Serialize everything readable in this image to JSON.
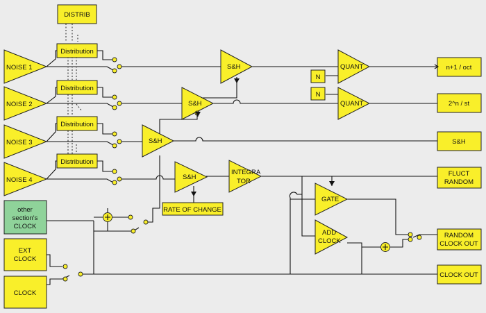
{
  "blocks": {
    "distrib": "DISTRIB",
    "distribution": "Distribution",
    "noise1": "NOISE 1",
    "noise2": "NOISE 2",
    "noise3": "NOISE 3",
    "noise4": "NOISE 4",
    "sh": "S&H",
    "quant": "QUANT",
    "n": "N",
    "integrator_1": "INTEGRA",
    "integrator_2": "TOR",
    "rate_of_change": "RATE OF CHANGE",
    "gate": "GATE",
    "add_clock_1": "ADD",
    "add_clock_2": "CLOCK",
    "other_clock_1": "other",
    "other_clock_2": "section's",
    "other_clock_3": "CLOCK",
    "ext_clock_1": "EXT",
    "ext_clock_2": "CLOCK",
    "clock": "CLOCK"
  },
  "outputs": {
    "out1": "n+1 / oct",
    "out2": "2^n / st",
    "out3": "S&H",
    "out4_1": "FLUCT",
    "out4_2": "RANDOM",
    "out5_1": "RANDOM",
    "out5_2": "CLOCK OUT",
    "out6": "CLOCK OUT"
  },
  "colors": {
    "block": "#f9ef2a",
    "clock_source": "#8fd39a",
    "background": "#ececec"
  }
}
